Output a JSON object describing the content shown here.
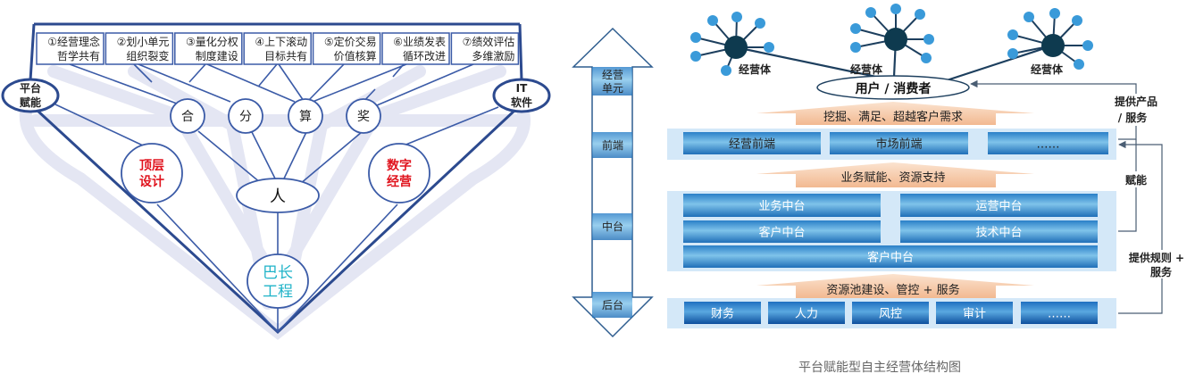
{
  "left": {
    "principles": [
      {
        "line1": "①经营理念",
        "line2": "哲学共有"
      },
      {
        "line1": "②划小单元",
        "line2": "组织裂变"
      },
      {
        "line1": "③量化分权",
        "line2": "制度建设"
      },
      {
        "line1": "④上下滚动",
        "line2": "目标共有"
      },
      {
        "line1": "⑤定价交易",
        "line2": "价值核算"
      },
      {
        "line1": "⑥业绩发表",
        "line2": "循环改进"
      },
      {
        "line1": "⑦绩效评估",
        "line2": "多维激励"
      }
    ],
    "nodes": {
      "he": "合",
      "fen": "分",
      "suan": "算",
      "jiang": "奖",
      "ren": "人"
    },
    "platform": {
      "line1": "平台",
      "line2": "赋能"
    },
    "it": {
      "line1": "IT",
      "line2": "软件"
    },
    "top_design": {
      "line1": "顶层",
      "line2": "设计"
    },
    "digital": {
      "line1": "数字",
      "line2": "经营"
    },
    "bazhang": {
      "line1": "巴长",
      "line2": "工程"
    },
    "colors": {
      "blue": "#3b5ba7",
      "red": "#e0141e",
      "cyan": "#1fb3c8"
    }
  },
  "right": {
    "axis": {
      "unit": [
        "经营",
        "单元"
      ],
      "front": "前端",
      "middle": "中台",
      "back": "后台"
    },
    "entity_label": "经营体",
    "consumer": "用户 / 消费者",
    "band1": "挖掘、满足、超越客户需求",
    "band2": "业务赋能、资源支持",
    "band3": "资源池建设、管控 + 服务",
    "front_items": [
      "经营前端",
      "市场前端",
      "……"
    ],
    "middle_items": [
      "业务中台",
      "运营中台",
      "客户中台",
      "技术中台",
      "客户中台"
    ],
    "back_items": [
      "财务",
      "人力",
      "风控",
      "审计",
      "……"
    ],
    "side": {
      "provide_product": [
        "提供产品",
        "/ 服务"
      ],
      "empower": "赋能",
      "provide_rules": [
        "提供规则 +",
        "服务"
      ]
    },
    "caption": "平台赋能型自主经营体结构图"
  }
}
